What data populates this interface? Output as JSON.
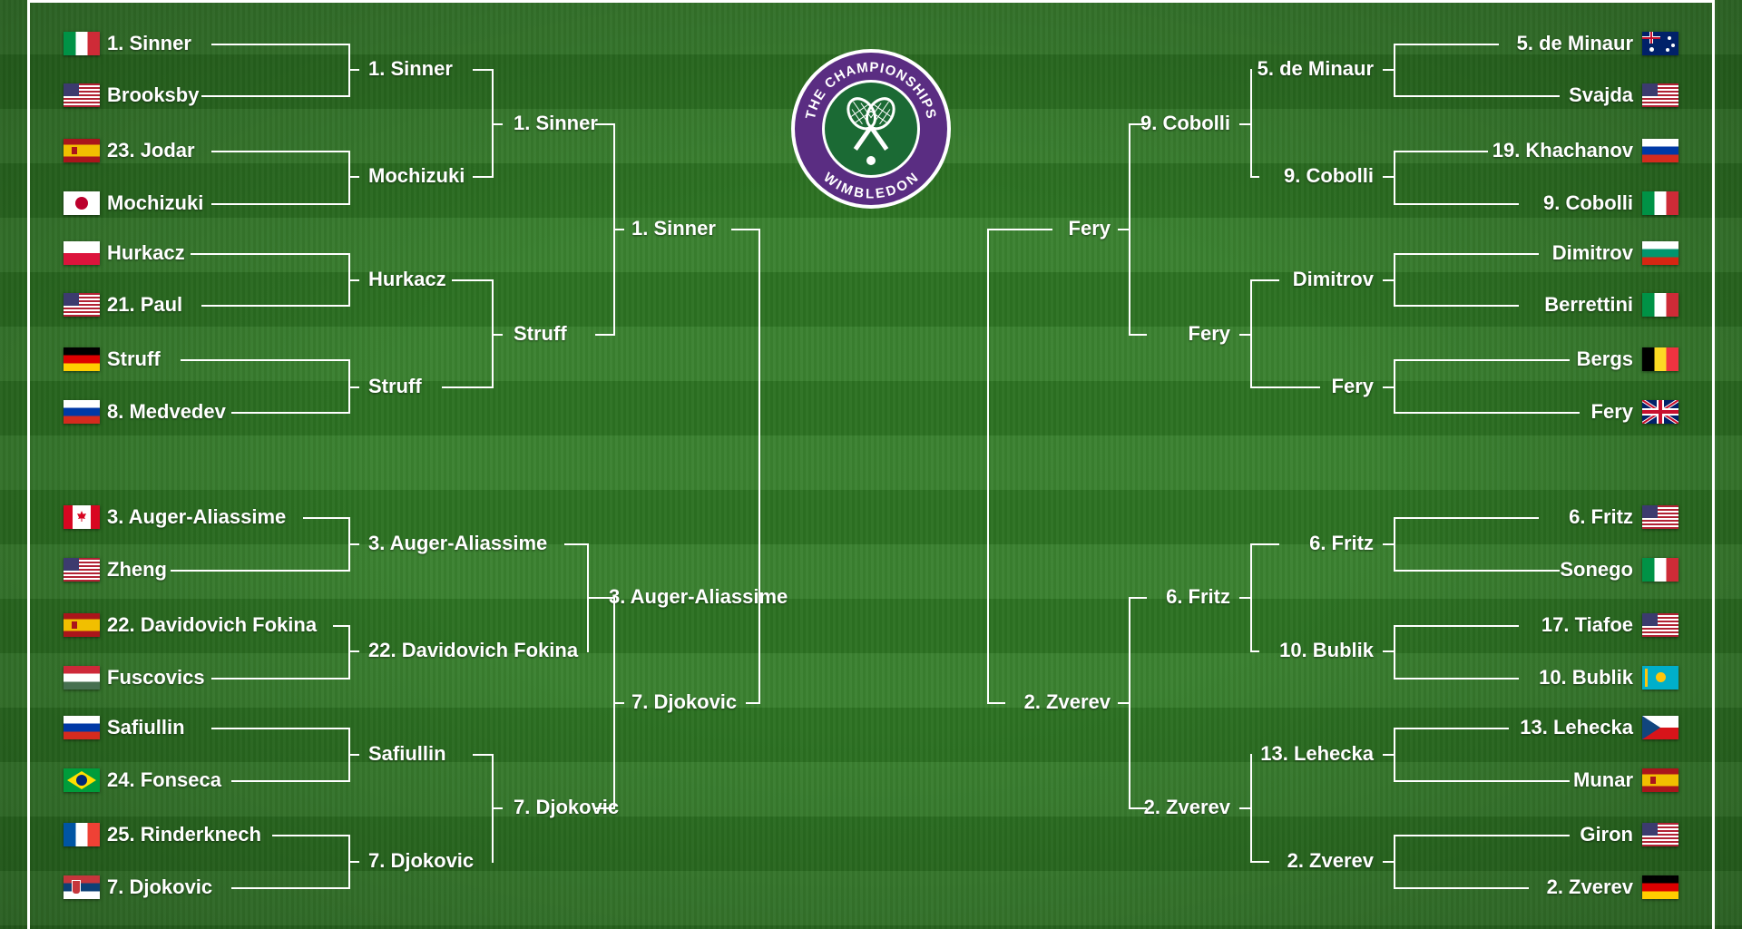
{
  "logo": {
    "top_text": "THE CHAMPIONSHIPS",
    "bottom_text": "WIMBLEDON",
    "icon": "crossed-rackets-icon"
  },
  "colors": {
    "grass": "#2f7a24",
    "lines": "#ffffff",
    "logo_purple": "#5a2d82",
    "logo_green": "#1b6a34"
  },
  "left": {
    "r16": [
      {
        "name": "1. Sinner",
        "flag": "italy"
      },
      {
        "name": "Brooksby",
        "flag": "usa"
      },
      {
        "name": "23. Jodar",
        "flag": "spain"
      },
      {
        "name": "Mochizuki",
        "flag": "japan"
      },
      {
        "name": "Hurkacz",
        "flag": "poland"
      },
      {
        "name": "21. Paul",
        "flag": "usa"
      },
      {
        "name": "Struff",
        "flag": "germany"
      },
      {
        "name": "8. Medvedev",
        "flag": "russia"
      },
      {
        "name": "3. Auger-Aliassime",
        "flag": "canada"
      },
      {
        "name": "Zheng",
        "flag": "usa"
      },
      {
        "name": "22. Davidovich Fokina",
        "flag": "spain"
      },
      {
        "name": "Fuscovics",
        "flag": "hungary"
      },
      {
        "name": "Safiullin",
        "flag": "russia"
      },
      {
        "name": "24. Fonseca",
        "flag": "brazil"
      },
      {
        "name": "25. Rinderknech",
        "flag": "france"
      },
      {
        "name": "7. Djokovic",
        "flag": "serbia"
      }
    ],
    "qf": [
      "1. Sinner",
      "Mochizuki",
      "Hurkacz",
      "Struff",
      "3. Auger-Aliassime",
      "22. Davidovich Fokina",
      "Safiullin",
      "7. Djokovic"
    ],
    "sf": [
      "1. Sinner",
      "Struff",
      "3. Auger-Aliassime",
      "7. Djokovic"
    ],
    "f": [
      "1. Sinner",
      "7. Djokovic"
    ]
  },
  "right": {
    "r16": [
      {
        "name": "5. de Minaur",
        "flag": "australia"
      },
      {
        "name": "Svajda",
        "flag": "usa"
      },
      {
        "name": "19. Khachanov",
        "flag": "russia"
      },
      {
        "name": "9. Cobolli",
        "flag": "italy"
      },
      {
        "name": "Dimitrov",
        "flag": "bulgaria"
      },
      {
        "name": "Berrettini",
        "flag": "italy"
      },
      {
        "name": "Bergs",
        "flag": "belgium"
      },
      {
        "name": "Fery",
        "flag": "uk"
      },
      {
        "name": "6. Fritz",
        "flag": "usa"
      },
      {
        "name": "Sonego",
        "flag": "italy"
      },
      {
        "name": "17. Tiafoe",
        "flag": "usa"
      },
      {
        "name": "10. Bublik",
        "flag": "kazakhstan"
      },
      {
        "name": "13. Lehecka",
        "flag": "czech"
      },
      {
        "name": "Munar",
        "flag": "spain"
      },
      {
        "name": "Giron",
        "flag": "usa"
      },
      {
        "name": "2. Zverev",
        "flag": "germany"
      }
    ],
    "qf": [
      "5. de Minaur",
      "9. Cobolli",
      "Dimitrov",
      "Fery",
      "6. Fritz",
      "10. Bublik",
      "13. Lehecka",
      "2. Zverev"
    ],
    "sf": [
      "9. Cobolli",
      "Fery",
      "6. Fritz",
      "2. Zverev"
    ],
    "f": [
      "Fery",
      "2. Zverev"
    ]
  }
}
